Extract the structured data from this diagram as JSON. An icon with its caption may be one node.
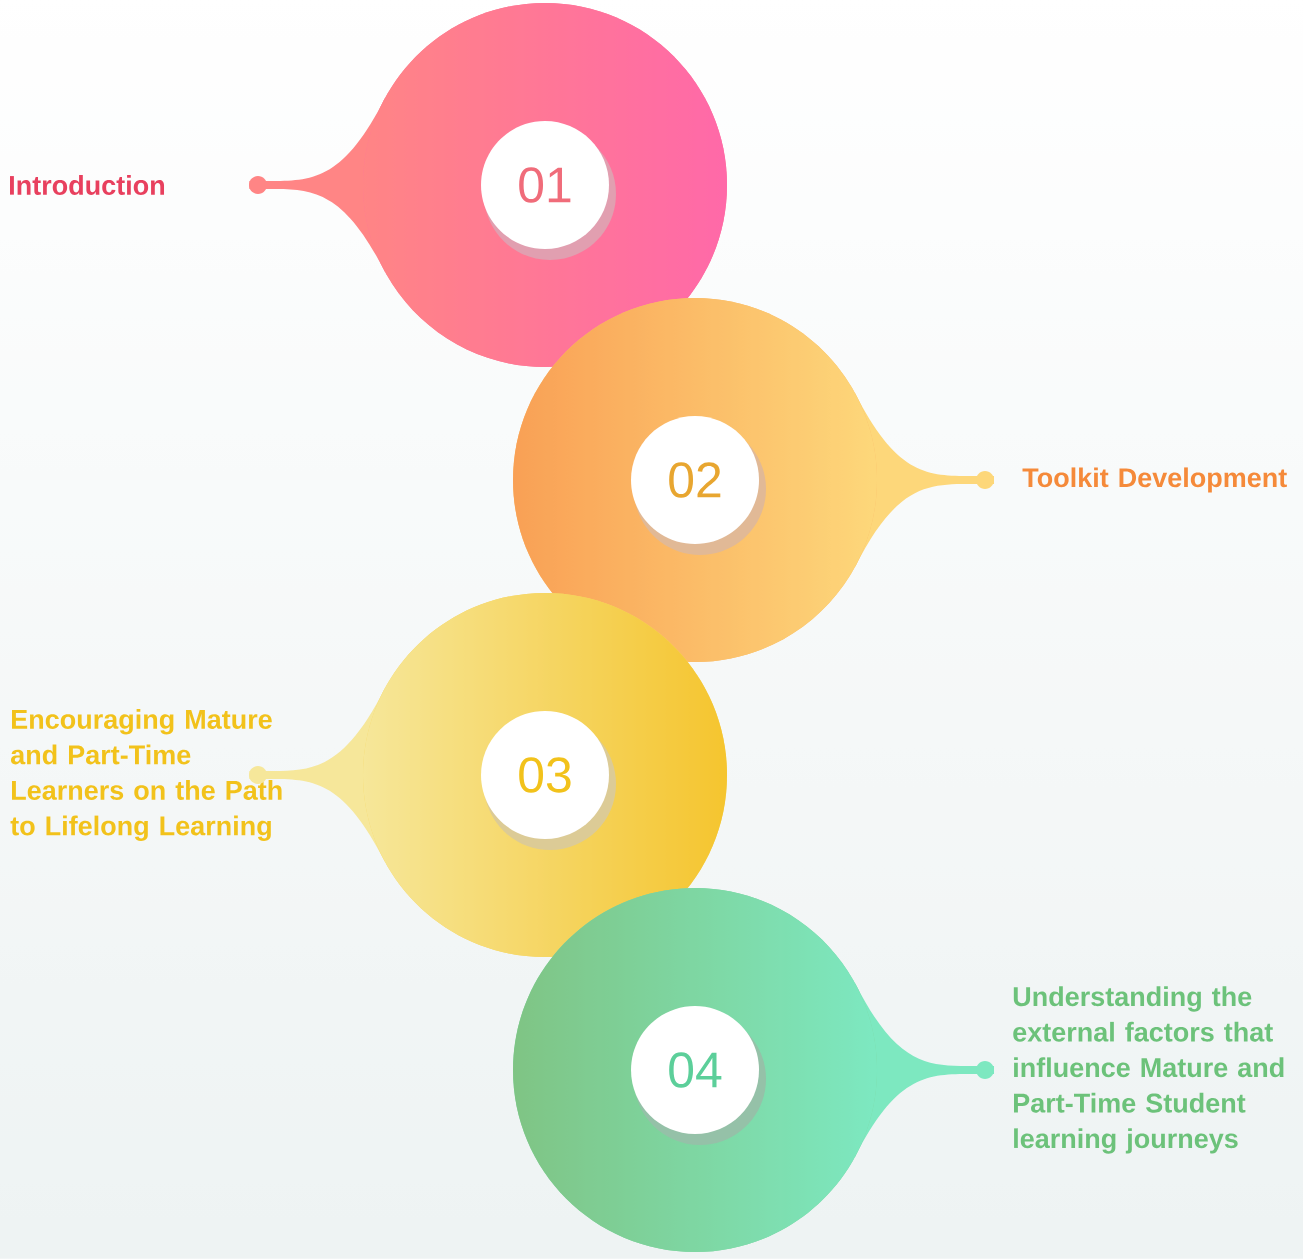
{
  "diagram": {
    "nodes": [
      {
        "text": [],
        "shape": "circle"
      },
      {
        "text": [
          "01"
        ],
        "in": 0
      },
      {
        "text": [
          "Introduction"
        ]
      },
      {
        "text": [],
        "shape": "circle"
      },
      {
        "text": [
          "02"
        ],
        "in": 3
      },
      {
        "text": [
          "Toolkit Development"
        ]
      },
      {
        "text": [],
        "shape": "circle"
      },
      {
        "text": [
          "03"
        ],
        "in": 6
      },
      {
        "text": [
          "Encouraging Mature and Part-Time Learners on the Path to Lifelong Learning"
        ]
      },
      {
        "text": [],
        "shape": "circle"
      },
      {
        "text": [
          "04"
        ],
        "in": 9
      },
      {
        "text": [
          "Understanding the external factors that influence Mature and Part-Time Student learning journeys"
        ]
      }
    ],
    "edges": [
      {
        "from": 2,
        "to": 0,
        "arrow": "other",
        "color": "#ff8585"
      },
      {
        "from": 5,
        "to": 3,
        "arrow": "other",
        "color": "#fdd77a"
      },
      {
        "from": 8,
        "to": 6,
        "arrow": "other",
        "color": "#f6e79a"
      },
      {
        "from": 11,
        "to": 9,
        "arrow": "other",
        "color": "#7de8c0"
      }
    ]
  }
}
